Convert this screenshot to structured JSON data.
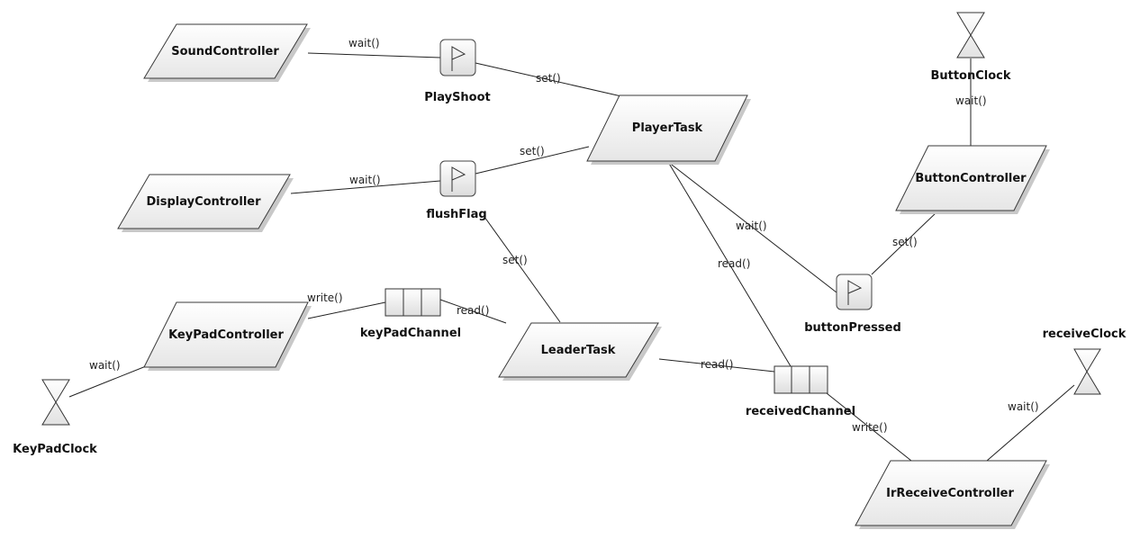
{
  "tasks": {
    "sound_controller": "SoundController",
    "display_controller": "DisplayController",
    "keypad_controller": "KeyPadController",
    "player_task": "PlayerTask",
    "leader_task": "LeaderTask",
    "button_controller": "ButtonController",
    "ir_receive_controller": "IrReceiveController"
  },
  "flags": {
    "play_shoot": "PlayShoot",
    "flush_flag": "flushFlag",
    "button_pressed": "buttonPressed"
  },
  "channels": {
    "keypad_channel": "keyPadChannel",
    "received_channel": "receivedChannel"
  },
  "clocks": {
    "button_clock": "ButtonClock",
    "keypad_clock": "KeyPadClock",
    "receive_clock": "receiveClock"
  },
  "edges": {
    "sound_wait": "wait()",
    "playshoot_set": "set()",
    "display_wait": "wait()",
    "flush_set_player": "set()",
    "flush_set_leader": "set()",
    "buttonclock_wait": "wait()",
    "player_wait_button": "wait()",
    "button_set": "set()",
    "player_read": "read()",
    "keypad_write": "write()",
    "keypad_read": "read()",
    "keypadclock_wait": "wait()",
    "leader_read": "read()",
    "ir_write": "write()",
    "receiveclock_wait": "wait()"
  }
}
